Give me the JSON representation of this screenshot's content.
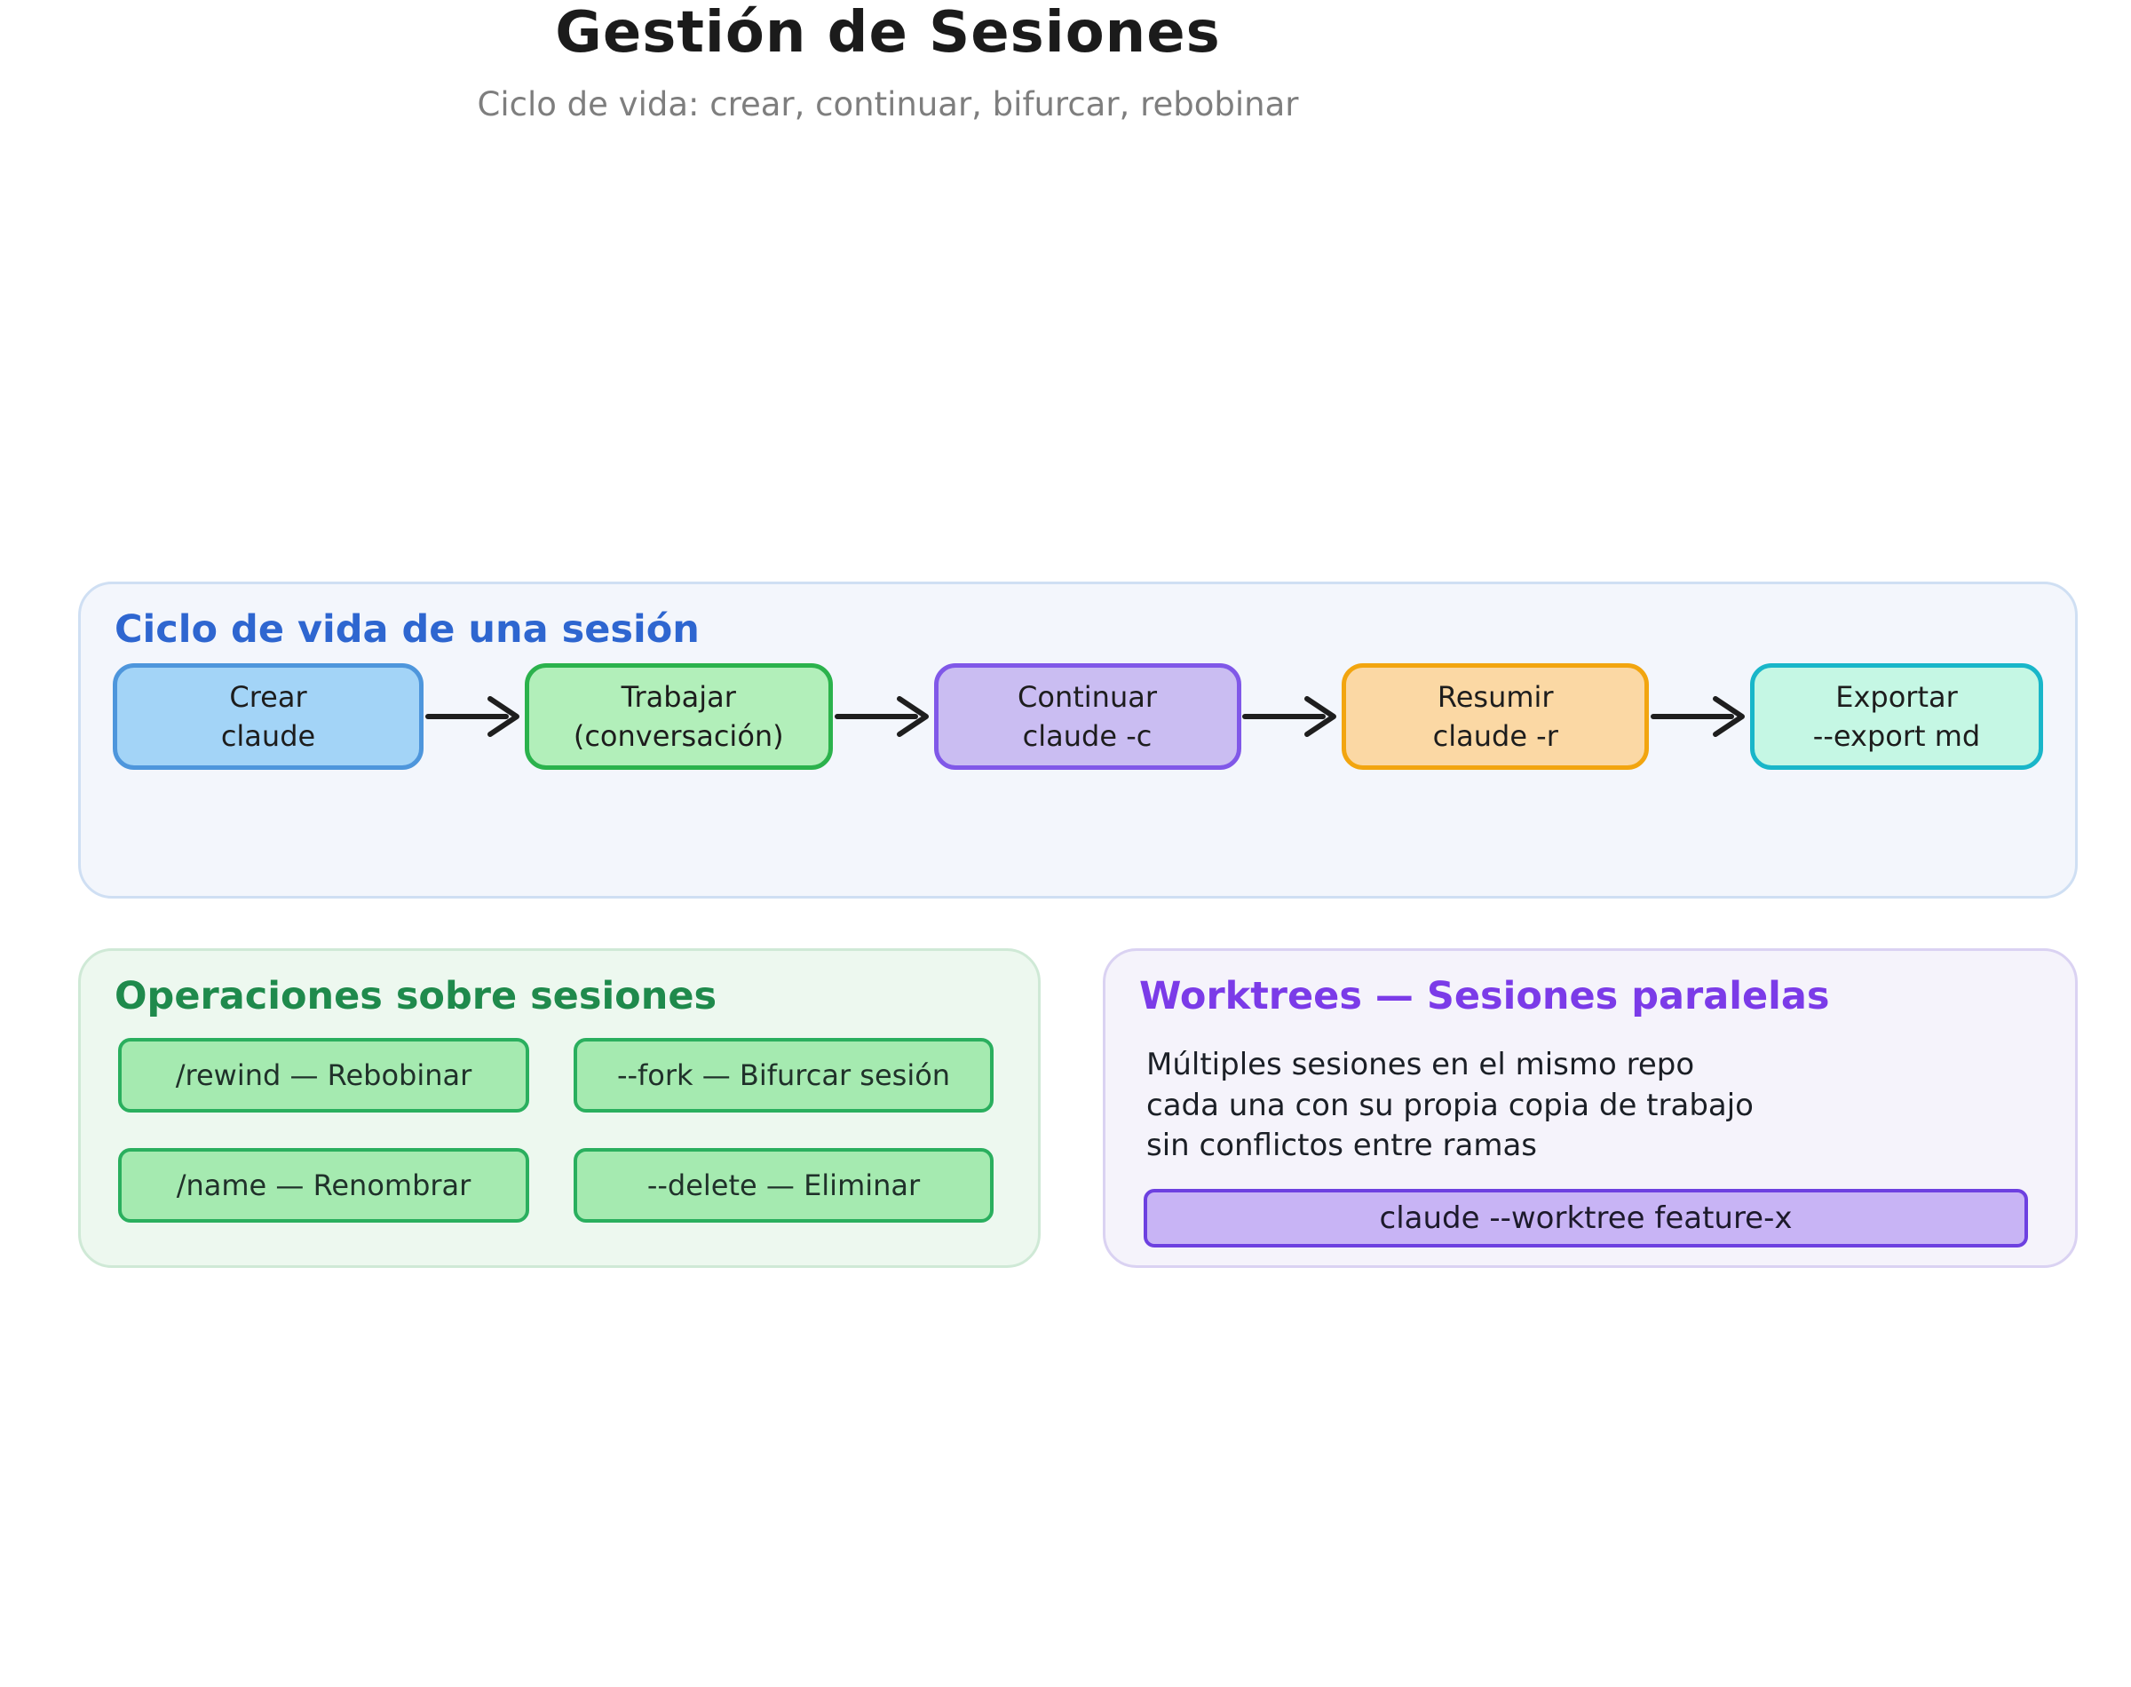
{
  "header": {
    "title": "Gestión de Sesiones",
    "subtitle": "Ciclo de vida: crear, continuar, bifurcar, rebobinar"
  },
  "lifecycle": {
    "label": "Ciclo de vida de una sesión",
    "label_color": "#2e66d0",
    "panel_bg": "#f3f6fc",
    "panel_border": "#cfdff3",
    "arrow_color": "#1e1e1e",
    "steps": [
      {
        "line1": "Crear",
        "line2": "claude",
        "fill": "#a3d4f7",
        "border": "#4e96dc"
      },
      {
        "line1": "Trabajar",
        "line2": "(conversación)",
        "fill": "#b2efba",
        "border": "#2bb24c"
      },
      {
        "line1": "Continuar",
        "line2": "claude -c",
        "fill": "#cabdf2",
        "border": "#8058e8"
      },
      {
        "line1": "Resumir",
        "line2": "claude -r",
        "fill": "#fbd8a4",
        "border": "#f2a50f"
      },
      {
        "line1": "Exportar",
        "line2": "--export md",
        "fill": "#c5f7e4",
        "border": "#19b6c9"
      }
    ]
  },
  "operations": {
    "label": "Operaciones sobre sesiones",
    "label_color": "#1f8a4c",
    "panel_bg": "#edf8ef",
    "panel_border": "#cfe9d6",
    "pill_fill": "#a5eab0",
    "pill_border": "#2aaf5e",
    "items": [
      "/rewind — Rebobinar",
      "--fork — Bifurcar sesión",
      "/name — Renombrar",
      "--delete — Eliminar"
    ]
  },
  "worktrees": {
    "label": "Worktrees — Sesiones paralelas",
    "label_color": "#7b3be8",
    "panel_bg": "#f5f3fb",
    "panel_border": "#dad2f2",
    "lines": [
      "Múltiples sesiones en el mismo repo",
      "cada una con su propia copia de trabajo",
      "sin conflictos entre ramas"
    ],
    "command": "claude --worktree feature-x",
    "command_fill": "#c8b4f5",
    "command_border": "#6d40e0"
  }
}
